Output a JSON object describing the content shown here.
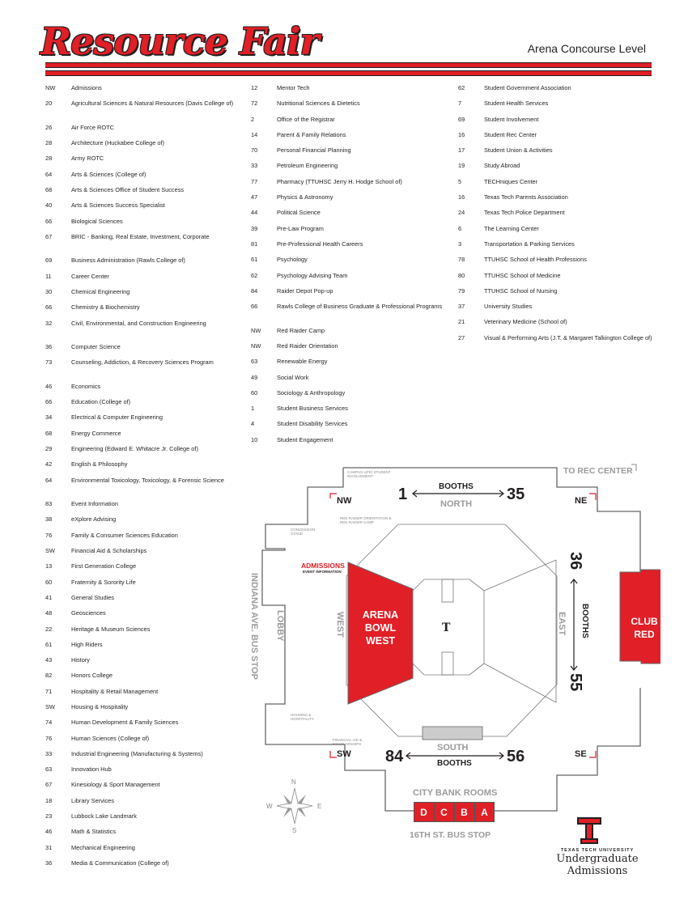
{
  "header": {
    "title": "Resource Fair",
    "subtitle": "Arena Concourse Level"
  },
  "directory": {
    "column1": [
      {
        "num": "NW",
        "name": "Admissions"
      },
      {
        "num": "20",
        "name": "Agricultural Sciences & Natural Resources (Davis College of)"
      },
      {
        "num": "26",
        "name": "Air Force ROTC"
      },
      {
        "num": "28",
        "name": "Architecture (Huckabee College of)"
      },
      {
        "num": "28",
        "name": "Army ROTC"
      },
      {
        "num": "64",
        "name": "Arts & Sciences (College of)"
      },
      {
        "num": "68",
        "name": "Arts & Sciences Office of Student Success"
      },
      {
        "num": "40",
        "name": "Arts & Sciences Success Specialist"
      },
      {
        "num": "66",
        "name": "Biological Sciences"
      },
      {
        "num": "67",
        "name": "BRIC - Banking, Real Estate, Investment, Corporate"
      },
      {
        "num": "69",
        "name": "Business Administration (Rawls College of)"
      },
      {
        "num": "11",
        "name": "Career Center"
      },
      {
        "num": "30",
        "name": "Chemical Engineering"
      },
      {
        "num": "66",
        "name": "Chemistry & Biochemistry"
      },
      {
        "num": "32",
        "name": "Civil, Environmental, and Construction Engineering"
      },
      {
        "num": "36",
        "name": "Computer Science"
      },
      {
        "num": "73",
        "name": "Counseling, Addiction, & Recovery Sciences Program"
      },
      {
        "num": "46",
        "name": "Economics"
      },
      {
        "num": "66",
        "name": "Education (College of)"
      },
      {
        "num": "34",
        "name": "Electrical & Computer Engineering"
      },
      {
        "num": "68",
        "name": "Energy Commerce"
      },
      {
        "num": "29",
        "name": "Engineering (Edward E. Whitacre Jr. College of)"
      },
      {
        "num": "42",
        "name": "English & Philosophy"
      },
      {
        "num": "64",
        "name": "Environmental Toxicology, Toxicology, & Forensic Science"
      },
      {
        "num": "83",
        "name": "Event Information"
      },
      {
        "num": "38",
        "name": "eXplore Advising"
      },
      {
        "num": "76",
        "name": "Family & Consumer Sciences Education"
      },
      {
        "num": "SW",
        "name": "Financial Aid & Scholarships"
      },
      {
        "num": "13",
        "name": "First Generation College"
      },
      {
        "num": "60",
        "name": "Fraternity & Sorority Life"
      },
      {
        "num": "41",
        "name": "General Studies"
      },
      {
        "num": "48",
        "name": "Geosciences"
      },
      {
        "num": "22",
        "name": "Heritage & Museum Sciences"
      },
      {
        "num": "61",
        "name": "High Riders"
      },
      {
        "num": "43",
        "name": "History"
      },
      {
        "num": "82",
        "name": "Honors College"
      },
      {
        "num": "71",
        "name": "Hospitality & Retail Management"
      },
      {
        "num": "SW",
        "name": "Housing & Hospitality"
      },
      {
        "num": "74",
        "name": "Human Development & Family Sciences"
      },
      {
        "num": "76",
        "name": "Human Sciences (College of)"
      },
      {
        "num": "33",
        "name": "Industrial Engineering (Manufacturing & Systems)"
      },
      {
        "num": "63",
        "name": "Innovation Hub"
      },
      {
        "num": "67",
        "name": "Kinesiology & Sport Management"
      },
      {
        "num": "18",
        "name": "Library Services"
      },
      {
        "num": "23",
        "name": "Lubbock Lake Landmark"
      },
      {
        "num": "46",
        "name": "Math & Statistics"
      },
      {
        "num": "31",
        "name": "Mechanical Engineering"
      },
      {
        "num": "36",
        "name": "Media & Communication (College of)"
      }
    ],
    "column2": [
      {
        "num": "12",
        "name": "Mentor Tech"
      },
      {
        "num": "72",
        "name": "Nutritional Sciences & Dietetics"
      },
      {
        "num": "2",
        "name": "Office of the Registrar"
      },
      {
        "num": "14",
        "name": "Parent & Family Relations"
      },
      {
        "num": "70",
        "name": "Personal Financial Planning"
      },
      {
        "num": "33",
        "name": "Petroleum Engineering"
      },
      {
        "num": "77",
        "name": "Pharmacy (TTUHSC Jerry H. Hodge School of)"
      },
      {
        "num": "47",
        "name": "Physics & Astronomy"
      },
      {
        "num": "44",
        "name": "Political Science"
      },
      {
        "num": "39",
        "name": "Pre-Law Program"
      },
      {
        "num": "81",
        "name": "Pre-Professional Health Careers"
      },
      {
        "num": "61",
        "name": "Psychology"
      },
      {
        "num": "62",
        "name": "Psychology Advising Team"
      },
      {
        "num": "84",
        "name": "Raider Depot Pop-up"
      },
      {
        "num": "66",
        "name": "Rawls College of Business Graduate & Professional Programs"
      },
      {
        "num": "NW",
        "name": "Red Raider Camp"
      },
      {
        "num": "NW",
        "name": "Red Raider Orientation"
      },
      {
        "num": "63",
        "name": "Renewable Energy"
      },
      {
        "num": "49",
        "name": "Social Work"
      },
      {
        "num": "60",
        "name": "Sociology & Anthropology"
      },
      {
        "num": "1",
        "name": "Student Business Services"
      },
      {
        "num": "4",
        "name": "Student Disability Services"
      },
      {
        "num": "10",
        "name": "Student Engagement"
      }
    ],
    "column3": [
      {
        "num": "62",
        "name": "Student Government Association"
      },
      {
        "num": "7",
        "name": "Student Health Services"
      },
      {
        "num": "69",
        "name": "Student Involvement"
      },
      {
        "num": "16",
        "name": "Student Rec Center"
      },
      {
        "num": "17",
        "name": "Student Union & Activities"
      },
      {
        "num": "19",
        "name": "Study Abroad"
      },
      {
        "num": "5",
        "name": "TECHniques Center"
      },
      {
        "num": "16",
        "name": "Texas Tech Parents Association"
      },
      {
        "num": "24",
        "name": "Texas Tech Police Department"
      },
      {
        "num": "6",
        "name": "The Learning Center"
      },
      {
        "num": "3",
        "name": "Transportation & Parking Services"
      },
      {
        "num": "78",
        "name": "TTUHSC School of Health Professions"
      },
      {
        "num": "80",
        "name": "TTUHSC School of Medicine"
      },
      {
        "num": "79",
        "name": "TTUHSC School of Nursing"
      },
      {
        "num": "37",
        "name": "University Studies"
      },
      {
        "num": "21",
        "name": "Veterinary Medicine (School of)"
      },
      {
        "num": "27",
        "name": "Visual & Performing Arts (J.T. & Margaret Talkington College of)"
      }
    ]
  },
  "map": {
    "to_rec_center": "TO REC CENTER",
    "corners": {
      "nw": "NW",
      "ne": "NE",
      "sw": "SW",
      "se": "SE"
    },
    "sides": {
      "north": "NORTH",
      "south": "SOUTH",
      "east": "EAST",
      "west": "WEST"
    },
    "booths_label": "BOOTHS",
    "north_booths": {
      "start": "1",
      "end": "35"
    },
    "east_booths": {
      "start": "36",
      "end": "55"
    },
    "south_booths": {
      "start": "84",
      "end": "56"
    },
    "small_labels": {
      "campus_life": "CAMPUS LIFE/ STUDENT INVOLVEMENT",
      "orientation": "RED RAIDER ORIENTATION & RED RAIDER CAMP",
      "concession": "CONCESSION STAND",
      "housing": "HOUSING & HOSPITALITY",
      "finaid": "FINANCIAL AID & SCHOLARSHIPS",
      "event_info": "EVENT INFORMATION"
    },
    "admissions": "ADMISSIONS",
    "arena_bowl_west": [
      "ARENA",
      "BOWL",
      "WEST"
    ],
    "club_red": [
      "CLUB",
      "RED"
    ],
    "lobby": "LOBBY",
    "bus_stop_west": "INDIANA AVE. BUS STOP",
    "city_bank_rooms": "CITY BANK ROOMS",
    "rooms": [
      "D",
      "C",
      "B",
      "A"
    ],
    "bus_stop_south": "16TH ST. BUS STOP",
    "compass": {
      "n": "N",
      "s": "S",
      "e": "E",
      "w": "W"
    }
  },
  "logo": {
    "university": "TEXAS TECH UNIVERSITY",
    "department": "Undergraduate Admissions"
  },
  "colors": {
    "accent": "#e11f26",
    "text": "#231f20",
    "gray": "#9b9b9b"
  }
}
